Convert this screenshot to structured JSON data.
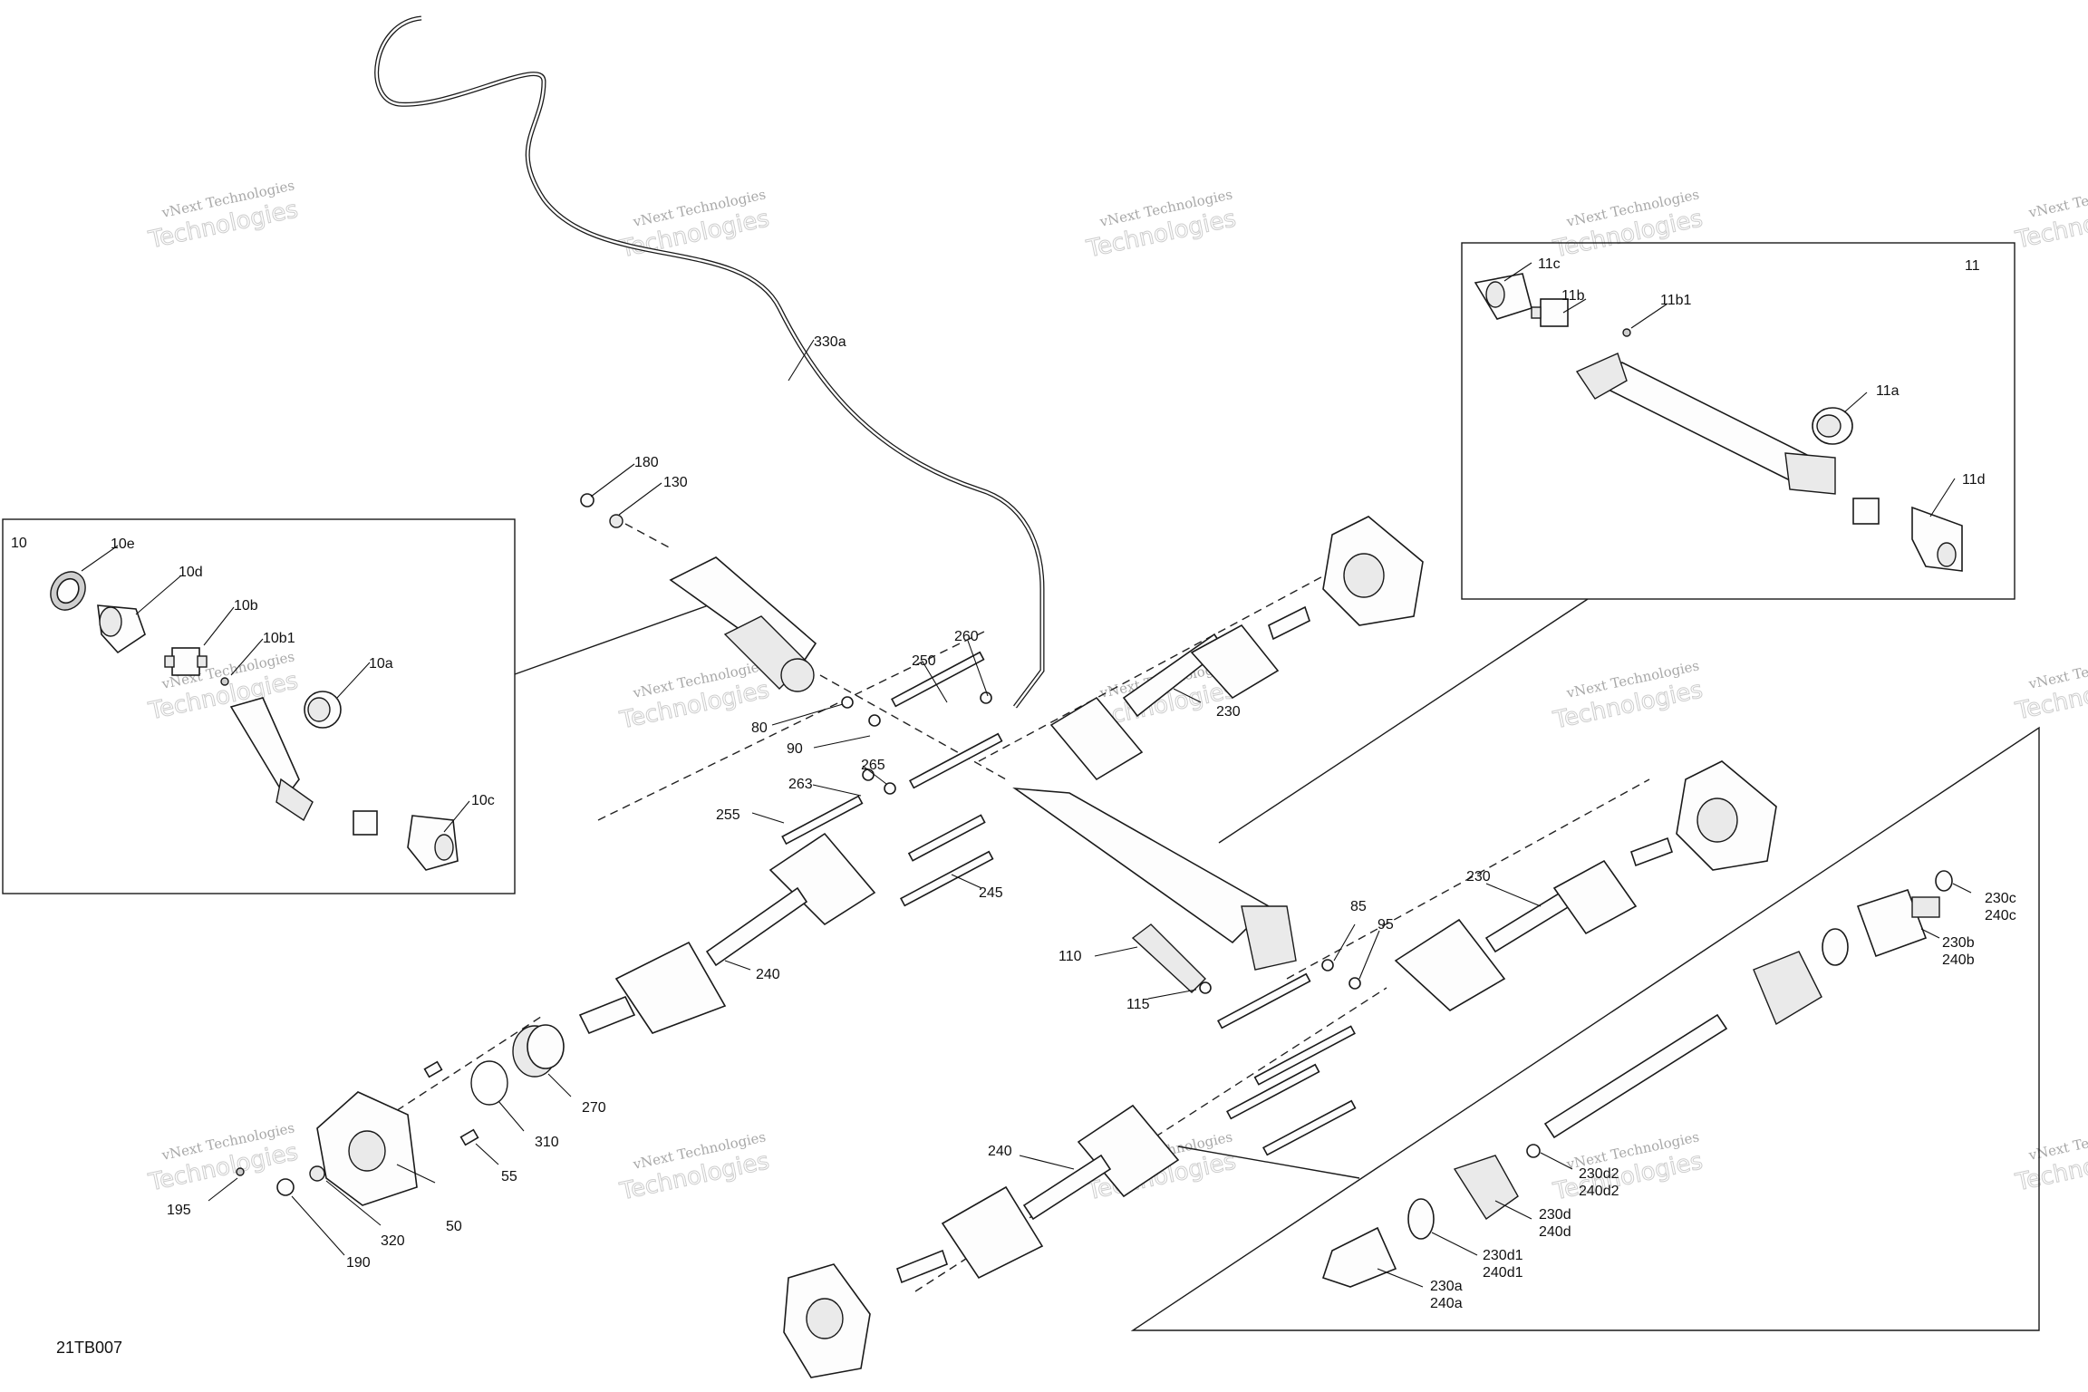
{
  "figure_id": "21TB007",
  "watermark": {
    "line1": "vNext Technologies",
    "line2": "Technologies"
  },
  "callouts": {
    "c330a": "330a",
    "c180": "180",
    "c130": "130",
    "c10": "10",
    "c10e": "10e",
    "c10d": "10d",
    "c10b": "10b",
    "c10b1": "10b1",
    "c10a": "10a",
    "c10c": "10c",
    "c11": "11",
    "c11c": "11c",
    "c11b": "11b",
    "c11b1": "11b1",
    "c11a": "11a",
    "c11d": "11d",
    "c260": "260",
    "c250": "250",
    "c80": "80",
    "c90": "90",
    "c265": "265",
    "c263": "263",
    "c255": "255",
    "c245": "245",
    "c240_mid": "240",
    "c230_top": "230",
    "c270": "270",
    "c310": "310",
    "c55": "55",
    "c50": "50",
    "c320": "320",
    "c195": "195",
    "c190": "190",
    "c85": "85",
    "c95": "95",
    "c110": "110",
    "c115": "115",
    "c230_right": "230",
    "c240_bottom": "240",
    "c230c": "230c",
    "c240c": "240c",
    "c230b": "230b",
    "c240b": "240b",
    "c230d2": "230d2",
    "c240d2": "240d2",
    "c230d": "230d",
    "c240d": "240d",
    "c230d1": "230d1",
    "c240d1": "240d1",
    "c230a": "230a",
    "c240a": "240a"
  }
}
